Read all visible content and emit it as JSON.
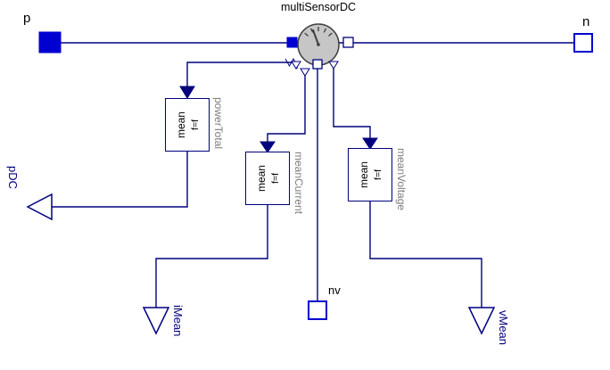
{
  "diagram": {
    "sensor": {
      "name": "multiSensorDC"
    },
    "pins": {
      "p": "p",
      "n": "n",
      "nv": "nv"
    },
    "blocks": [
      {
        "name": "powerTotal",
        "text": "mean",
        "subtext": "f=f"
      },
      {
        "name": "meanCurrent",
        "text": "mean",
        "subtext": "f=f"
      },
      {
        "name": "meanVoltage",
        "text": "mean",
        "subtext": "f=f"
      }
    ],
    "outputs": [
      {
        "name": "pDC"
      },
      {
        "name": "iMean"
      },
      {
        "name": "vMean"
      }
    ],
    "colors": {
      "wire": "#00007f",
      "pin_blue": "#0000d0",
      "gauge_fill": "#c6c6c6",
      "name_gray": "#7e7e7e"
    }
  }
}
